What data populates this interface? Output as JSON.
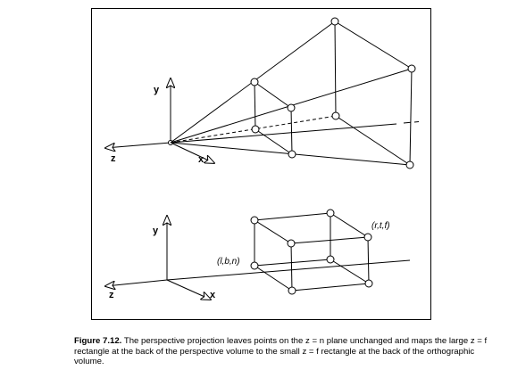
{
  "figure": {
    "top_view": {
      "axis_labels": {
        "x": "x",
        "y": "y",
        "z": "z"
      }
    },
    "bottom_view": {
      "axis_labels": {
        "x": "x",
        "y": "y",
        "z": "z"
      },
      "corner_labels": {
        "near": "(l,b,n)",
        "far": "(r,t,f)"
      }
    }
  },
  "caption": {
    "label": "Figure 7.12.",
    "text": "The perspective projection leaves points on the z = n plane unchanged and maps the large z = f rectangle at the back of the perspective volume to the small z = f rectangle at the back of the orthographic volume."
  }
}
